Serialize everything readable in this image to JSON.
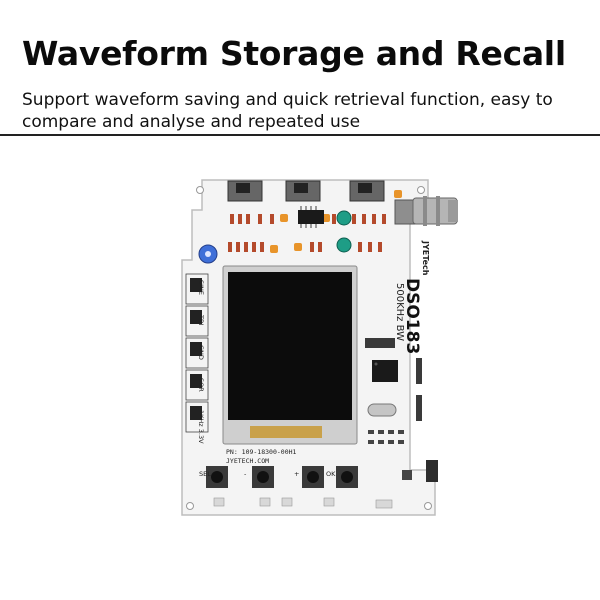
{
  "header": {
    "title": "Waveform Storage and Recall",
    "subtitle": "Support waveform saving and quick retrieval function, easy to compare and analyse and repeated use"
  },
  "board": {
    "model": "DSO183",
    "spec": "500KHz BW",
    "brand": "JYETech",
    "part_number": "PN: 109-18300-00H1",
    "website": "JYETECH.COM",
    "signal_labels": [
      "SINE",
      "TRI",
      "GND",
      "SQR",
      "1KHz 3.3V"
    ],
    "button_labels": [
      "SEL",
      "-",
      "+",
      "OK"
    ],
    "colors": {
      "pcb": "#f4f4f4",
      "screen": "#0c0c0c",
      "connector": "#a9a9a9",
      "teal_pot": "#1e9d86",
      "orange_cap": "#e8942a",
      "blue_pot": "#3f6fd8"
    }
  }
}
